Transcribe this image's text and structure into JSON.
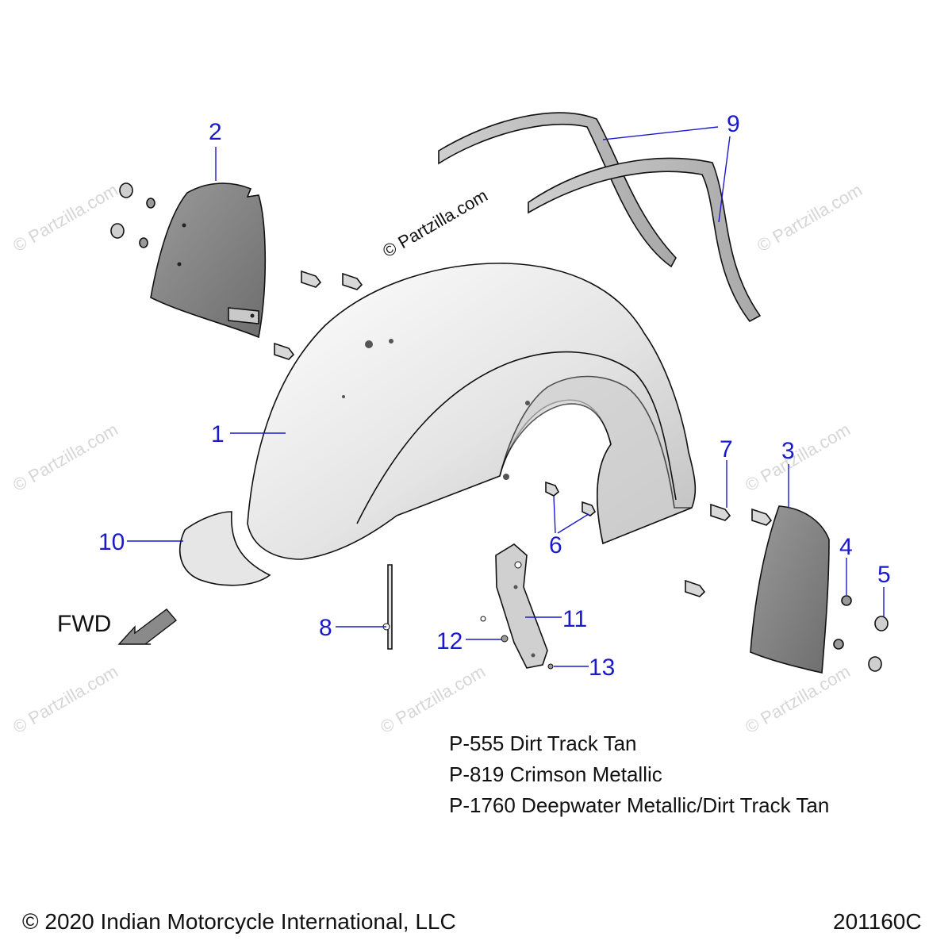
{
  "watermark": "© Partzilla.com",
  "callouts": [
    "1",
    "2",
    "3",
    "4",
    "5",
    "6",
    "7",
    "8",
    "9",
    "10",
    "11",
    "12",
    "13"
  ],
  "direction_label": "FWD",
  "paint_codes": [
    "P-555 Dirt Track Tan",
    "P-819 Crimson Metallic",
    "P-1760 Deepwater Metallic/Dirt Track Tan"
  ],
  "copyright": "© 2020 Indian Motorcycle International, LLC",
  "diagram_id": "201160C"
}
